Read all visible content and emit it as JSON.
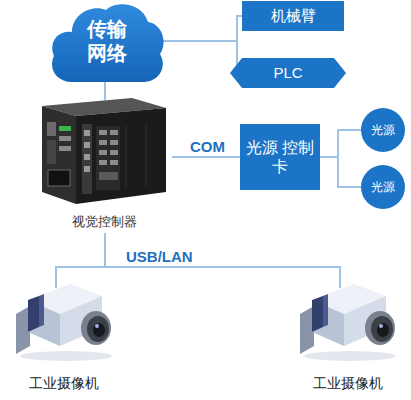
{
  "diagram": {
    "nodes": [
      {
        "text": [
          "传输 网络"
        ]
      },
      {
        "text": [
          "机械臂"
        ]
      },
      {
        "text": [
          "PLC"
        ]
      },
      {
        "text": [
          "视觉控制器"
        ]
      },
      {
        "text": [
          "光源 控制卡"
        ]
      },
      {
        "text": [
          "光源"
        ]
      },
      {
        "text": [
          "光源"
        ]
      },
      {
        "text": [
          "工业摄像机"
        ]
      },
      {
        "text": [
          "工业摄像机"
        ]
      }
    ],
    "edges": [
      {
        "from": 0,
        "to": 1,
        "arrow": "none"
      },
      {
        "from": 0,
        "to": 2,
        "arrow": "none"
      },
      {
        "from": 0,
        "to": 3,
        "arrow": "none"
      },
      {
        "from": 3,
        "to": 4,
        "label": "COM",
        "arrow": "none"
      },
      {
        "from": 4,
        "to": 5,
        "arrow": "none"
      },
      {
        "from": 4,
        "to": 6,
        "arrow": "none"
      },
      {
        "from": 3,
        "to": 7,
        "label": "USB/LAN",
        "arrow": "none"
      },
      {
        "from": 3,
        "to": 8,
        "arrow": "none"
      }
    ]
  }
}
